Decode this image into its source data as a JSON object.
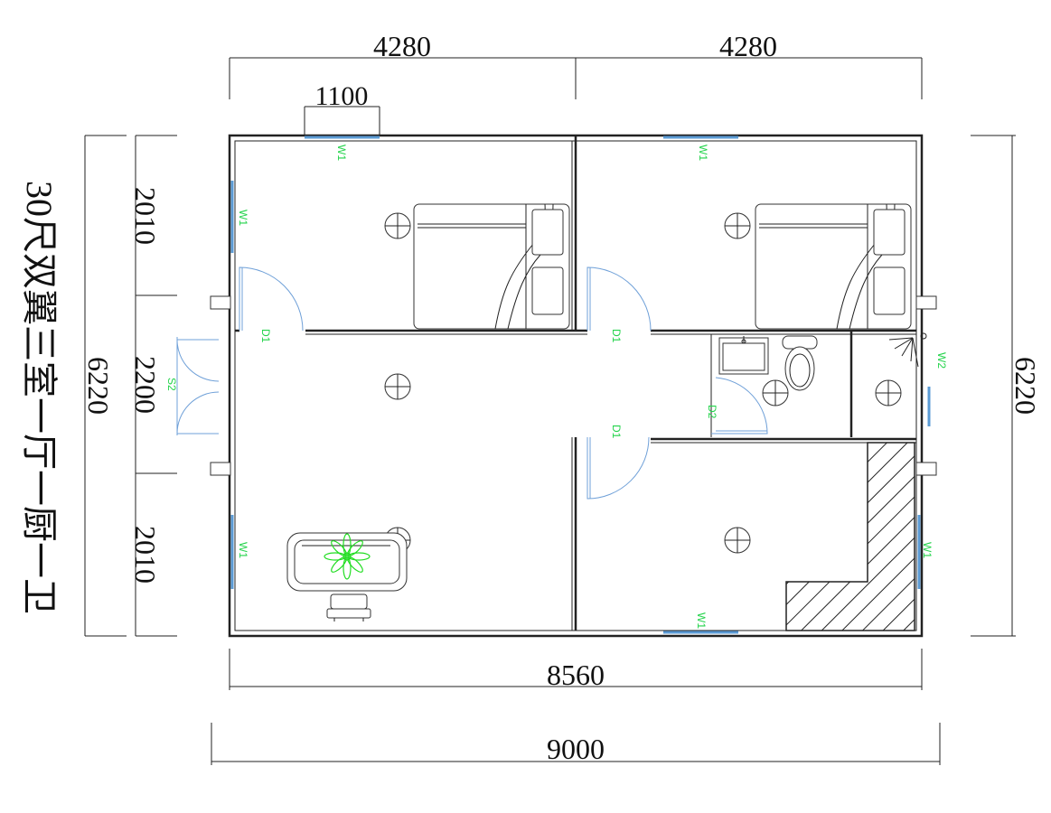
{
  "title": "30尺双翼三室一厅一厨一卫",
  "dimensions": {
    "top_left": "4280",
    "top_right": "4280",
    "window_width": "1100",
    "left_top": "2010",
    "left_middle": "2200",
    "left_bottom": "2010",
    "left_total": "6220",
    "right_total": "6220",
    "bottom_inner": "8560",
    "bottom_outer": "9000"
  },
  "labels": {
    "w1": "W1",
    "w2": "W2",
    "d1": "D1",
    "d2": "D2",
    "s2": "S2"
  },
  "colors": {
    "window": "#5b9bd5",
    "label": "#22d34a",
    "plant": "#22dd22"
  }
}
